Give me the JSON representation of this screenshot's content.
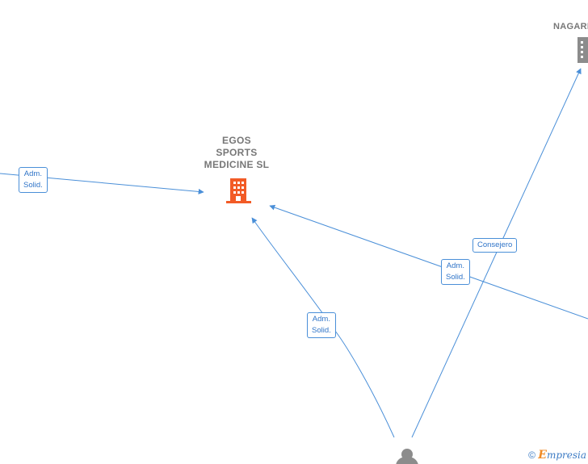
{
  "colors": {
    "edge": "#4a8fd8",
    "company_main": "#f25b26",
    "company_other": "#8c8c8c",
    "person": "#8c8c8c"
  },
  "nodes": {
    "main_company": {
      "name": "EGOS SPORTS MEDICINE SL",
      "icon": "building-icon"
    },
    "other_company": {
      "name": "NAGARK",
      "icon": "building-icon"
    },
    "person": {
      "icon": "person-icon"
    }
  },
  "edges": [
    {
      "label": "Adm.\nSolid."
    },
    {
      "label": "Adm.\nSolid."
    },
    {
      "label": "Adm.\nSolid."
    },
    {
      "label": "Consejero"
    }
  ],
  "watermark": {
    "symbol": "©",
    "brand_initial": "E",
    "brand_rest": "mpresia"
  }
}
